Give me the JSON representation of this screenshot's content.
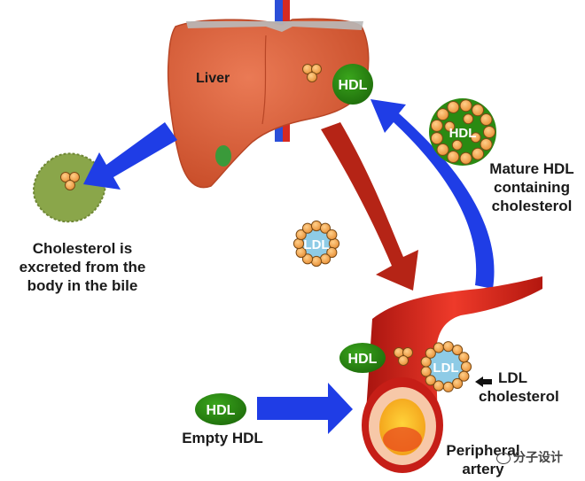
{
  "organ_label": "Liver",
  "bile_label": [
    "Cholesterol is",
    "excreted from the",
    "body in the bile"
  ],
  "mature_label": [
    "Mature HDL",
    "containing",
    "cholesterol"
  ],
  "ldl_label": [
    "LDL",
    "cholesterol"
  ],
  "empty_label": "Empty HDL",
  "artery_label": [
    "Peripheral",
    "artery"
  ],
  "particles": {
    "hdl": "HDL",
    "ldl": "LDL"
  },
  "watermark": "分子设计",
  "colors": {
    "liver": "#d9603c",
    "hdl_green": "#2a8a12",
    "ldl_blue": "#8ecbe6",
    "cholesterol": "#f0a24a",
    "blue_arrow": "#1f3de6",
    "red_arrow": "#b52416",
    "artery_red": "#e0231e",
    "bile_green": "#8aa64a"
  }
}
